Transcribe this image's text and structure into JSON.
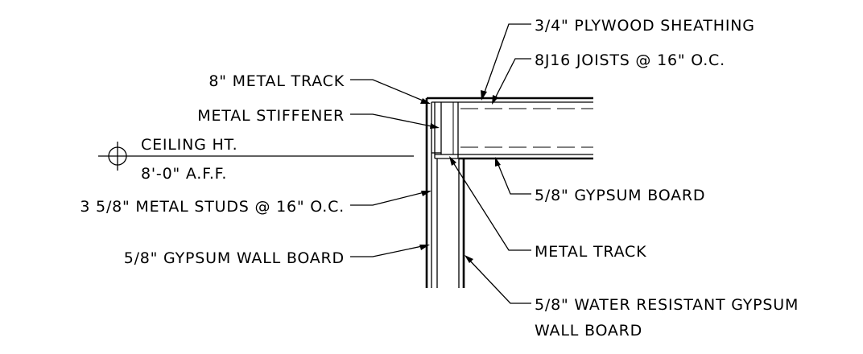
{
  "labels": {
    "plywood": "3/4\" PLYWOOD SHEATHING",
    "joists": "8J16 JOISTS @ 16\" O.C.",
    "metal_track_8": "8\" METAL TRACK",
    "stiffener": "METAL STIFFENER",
    "ceiling_ht": "CEILING HT.",
    "ceiling_aff": "8'-0\" A.F.F.",
    "studs": "3 5/8\" METAL STUDS @ 16\" O.C.",
    "gypsum_board": "5/8\" GYPSUM BOARD",
    "gypsum_wall_board": "5/8\" GYPSUM WALL BOARD",
    "metal_track": "METAL TRACK",
    "water_resistant_1": "5/8\" WATER RESISTANT GYPSUM",
    "water_resistant_2": "WALL BOARD"
  }
}
